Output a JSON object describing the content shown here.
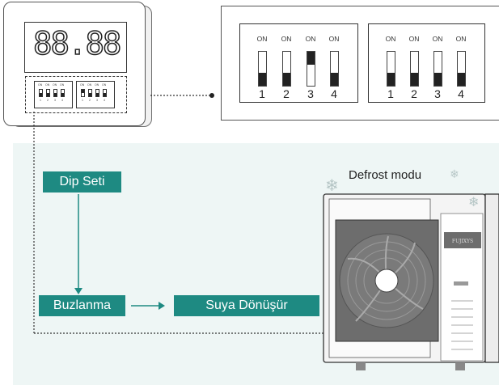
{
  "display": {
    "digits": "88.88"
  },
  "dip_groups": [
    {
      "on_label": "ON",
      "switches": [
        {
          "number": "1",
          "state": "off"
        },
        {
          "number": "2",
          "state": "off"
        },
        {
          "number": "3",
          "state": "on"
        },
        {
          "number": "4",
          "state": "off"
        }
      ]
    },
    {
      "on_label": "ON",
      "switches": [
        {
          "number": "1",
          "state": "off"
        },
        {
          "number": "2",
          "state": "off"
        },
        {
          "number": "3",
          "state": "off"
        },
        {
          "number": "4",
          "state": "off"
        }
      ]
    }
  ],
  "flow": {
    "dip_set": "Dip Seti",
    "freezing": "Buzlanma",
    "to_water": "Suya Dönüşür"
  },
  "defrost_label": "Defrost modu",
  "unit_brand": "FUJIXYS",
  "colors": {
    "accent": "#1e8a82",
    "panel_bg": "#eef6f5",
    "ink": "#222222"
  },
  "icons": [
    "snowflake-icon",
    "fan-icon"
  ]
}
